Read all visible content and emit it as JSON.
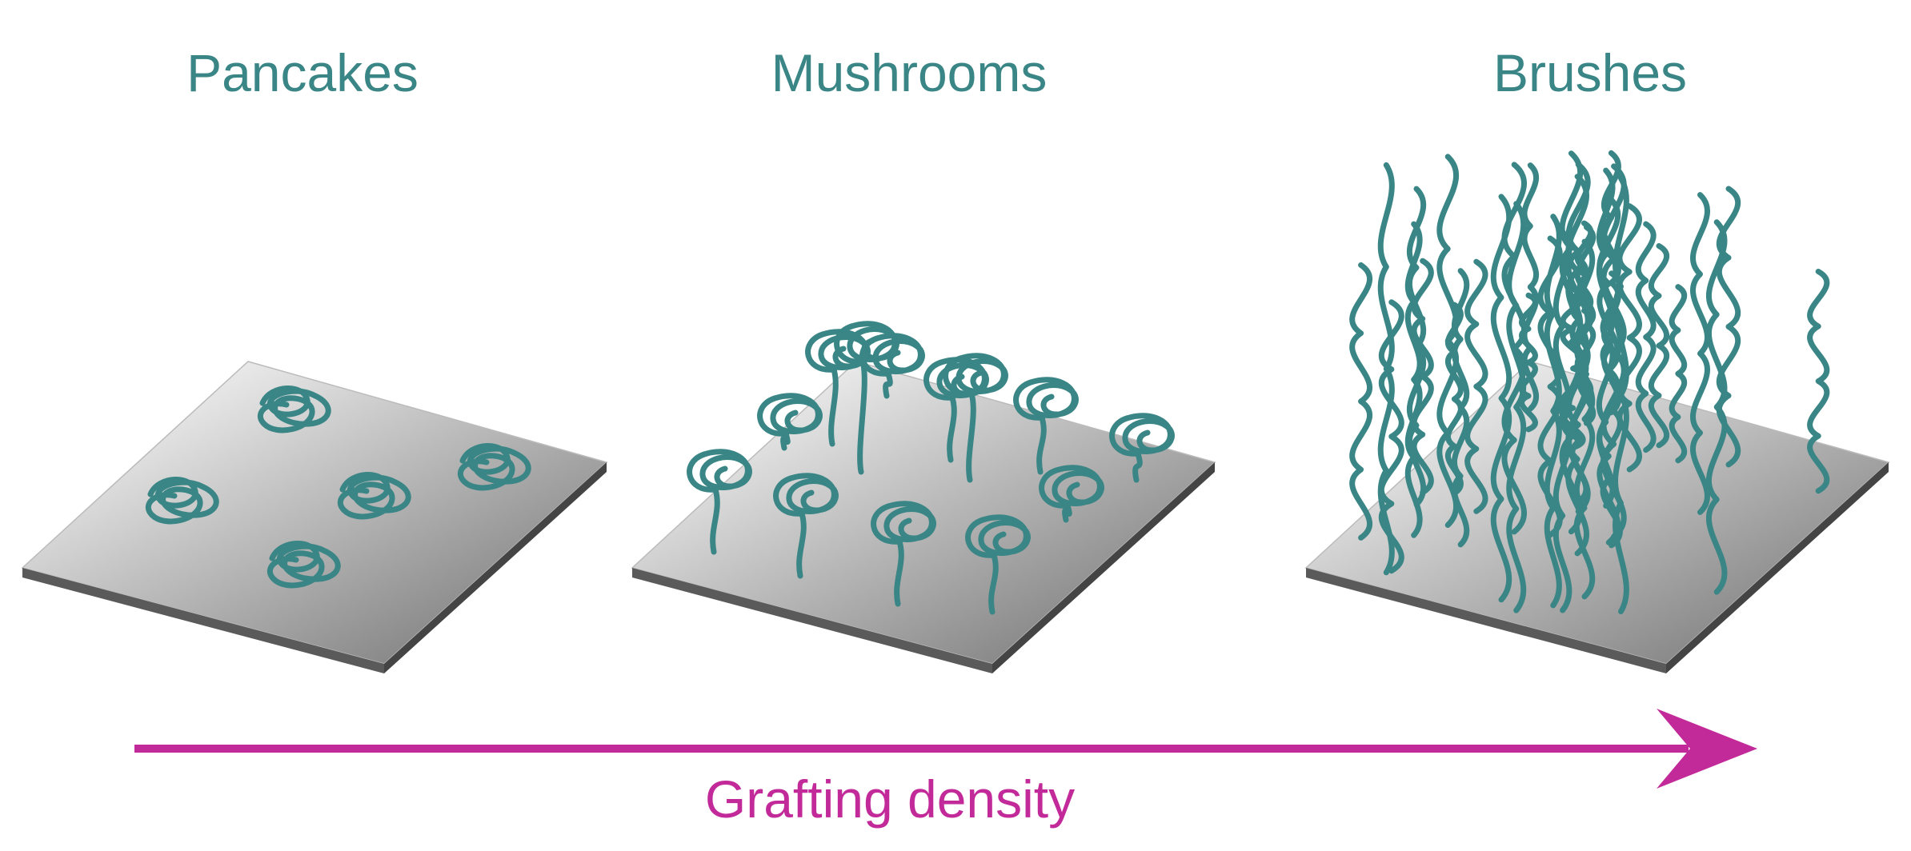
{
  "regimes": [
    {
      "title": "Pancakes",
      "chains": 5,
      "chain_shape": "collapsed coil"
    },
    {
      "title": "Mushrooms",
      "chains": 13,
      "chain_shape": "stem with coiled head"
    },
    {
      "title": "Brushes",
      "chains": 40,
      "chain_shape": "extended strand"
    }
  ],
  "axis": {
    "label": "Grafting density",
    "direction": "increasing left to right"
  },
  "colors": {
    "chain": "#3a8585",
    "arrow": "#c22a9a",
    "substrate_light": "#ffffff",
    "substrate_dark": "#7a7a7a",
    "substrate_edge": "#555555"
  }
}
